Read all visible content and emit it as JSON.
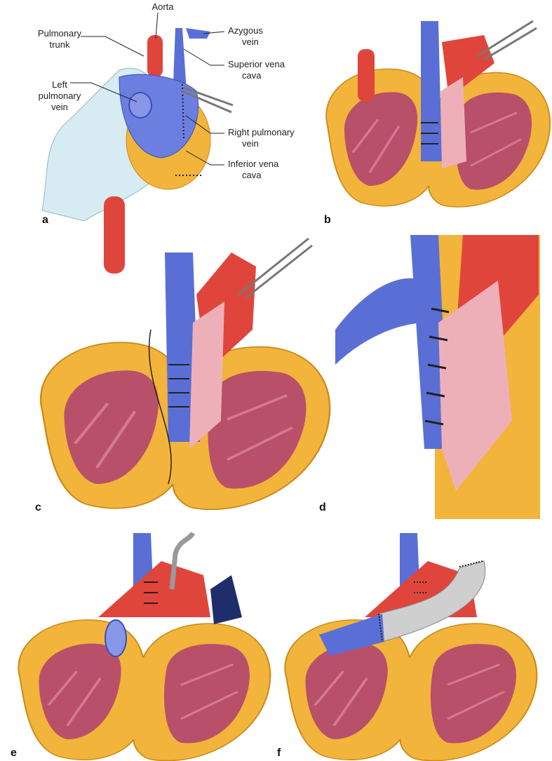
{
  "figure": {
    "panels": [
      "a",
      "b",
      "c",
      "d",
      "e",
      "f"
    ],
    "labels": {
      "aorta": "Aorta",
      "pulmonary_trunk": [
        "Pulmonary",
        "trunk"
      ],
      "left_pulmonary_vein": [
        "Left",
        "pulmonary",
        "vein"
      ],
      "azygous_vein": [
        "Azygous",
        "vein"
      ],
      "superior_vena_cava": [
        "Superior vena",
        "cava"
      ],
      "right_pulmonary_vein": [
        "Right pulmonary",
        "vein"
      ],
      "inferior_vena_cava": [
        "Inferior vena",
        "cava"
      ]
    }
  },
  "colors": {
    "fat": "#f2b43a",
    "muscle": "#b8506a",
    "vein": "#5a6fd6",
    "artery": "#e0453c",
    "atrium": "#eeb0b8",
    "glove": "#d7ecf2",
    "graft": "#cfcfcf"
  }
}
